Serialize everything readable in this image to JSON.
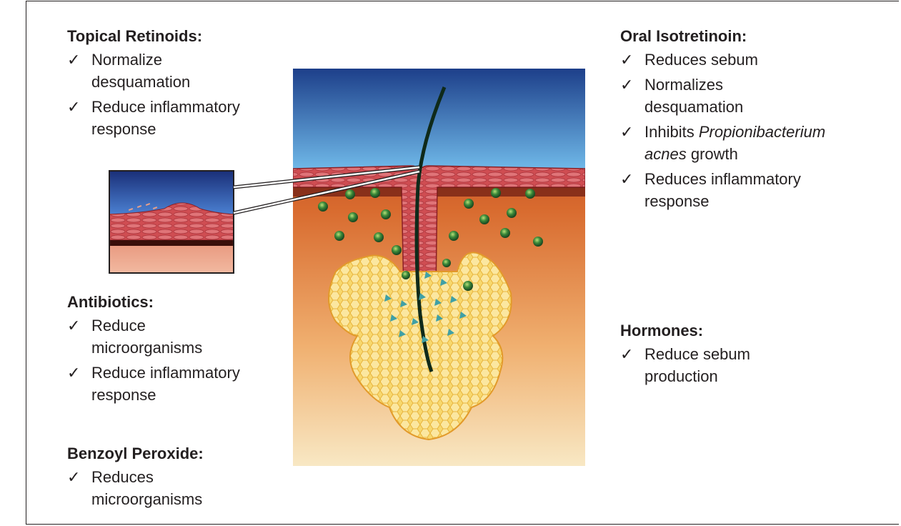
{
  "colors": {
    "text": "#231f20",
    "sky_top": "#1d3f8a",
    "sky_bottom": "#6fb8e8",
    "skin": "#c8454a",
    "dermis_top": "#c54a2a",
    "dermis_bottom": "#f6e2b0",
    "sebaceous_gland": "#f6d66a",
    "bacteria": "#2f7a3a"
  },
  "topical_retinoids": {
    "heading": "Topical Retinoids:",
    "items": [
      {
        "check": "✓",
        "text": "Normalize desquamation"
      },
      {
        "check": "✓",
        "text": "Reduce inflammatory response"
      }
    ]
  },
  "antibiotics": {
    "heading": "Antibiotics:",
    "items": [
      {
        "check": "✓",
        "text": "Reduce microorganisms"
      },
      {
        "check": "✓",
        "text": "Reduce inflammatory response"
      }
    ]
  },
  "benzoyl_peroxide": {
    "heading": "Benzoyl Peroxide:",
    "items": [
      {
        "check": "✓",
        "text": "Reduces microorganisms"
      }
    ]
  },
  "oral_isotretinoin": {
    "heading": "Oral Isotretinoin:",
    "items": [
      {
        "check": "✓",
        "text": "Reduces sebum"
      },
      {
        "check": "✓",
        "text": "Normalizes desquamation"
      },
      {
        "check": "✓",
        "text_pre": "Inhibits ",
        "text_italic": "Propionibacterium acnes",
        "text_post": " growth"
      },
      {
        "check": "✓",
        "text": "Reduces inflammatory response"
      }
    ]
  },
  "hormones": {
    "heading": "Hormones:",
    "items": [
      {
        "check": "✓",
        "text": "Reduce sebum production"
      }
    ]
  },
  "illustration": {
    "main": "hair-follicle-cross-section",
    "inset": "skin-surface-magnified"
  }
}
